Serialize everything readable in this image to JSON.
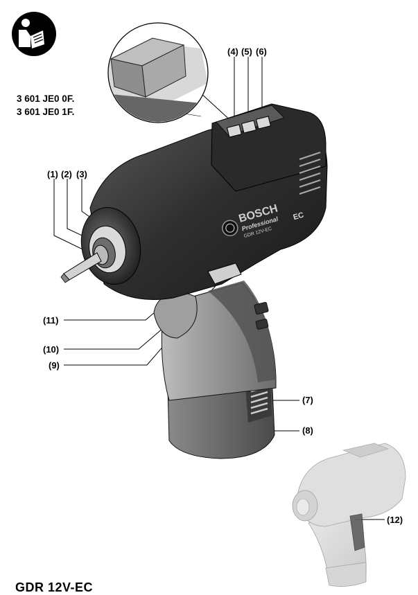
{
  "document": {
    "model_numbers": [
      "3 601 JE0 0F.",
      "3 601 JE0 1F."
    ],
    "callouts": {
      "c1": "(1)",
      "c2": "(2)",
      "c3": "(3)",
      "c4": "(4)",
      "c5": "(5)",
      "c6": "(6)",
      "c7": "(7)",
      "c8": "(8)",
      "c9": "(9)",
      "c10": "(10)",
      "c11": "(11)",
      "c12": "(12)"
    },
    "tool_branding": {
      "brand": "BOSCH",
      "line": "Professional",
      "model": "GDR 12V-EC",
      "badge": "EC"
    },
    "footer_partial": "GDR 12V-EC"
  },
  "icons": {
    "manual": "read-manual-icon"
  }
}
